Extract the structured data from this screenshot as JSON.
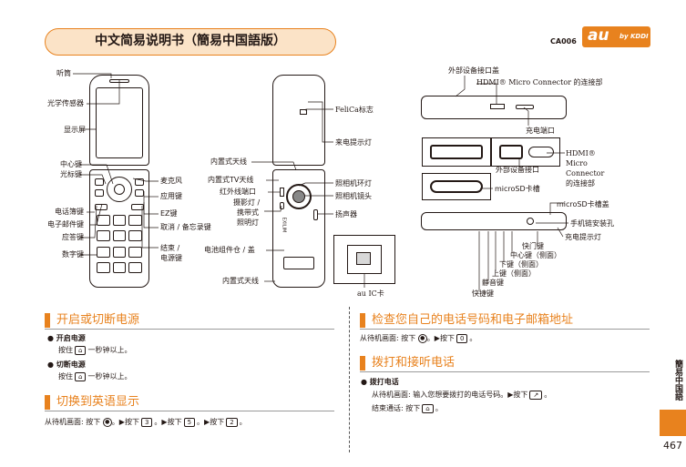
{
  "header": {
    "title": "中文简易说明书（簡易中国語版）",
    "model": "CA006",
    "logo_au": "au",
    "logo_by": "by KDDI"
  },
  "colors": {
    "accent": "#e8821e",
    "accent_light": "#fbe3c7",
    "ink": "#231815"
  },
  "front_labels": {
    "earpiece": "听筒",
    "optical_sensor": "光学传感器",
    "display": "显示屏",
    "center_key": "中心键",
    "cursor_key": "光标键",
    "phonebook_key": "电话簿键",
    "email_key": "电子邮件键",
    "answer_key": "应答键",
    "number_keys": "数字键",
    "microphone": "麦克风",
    "app_key": "应用键",
    "ez_key": "EZ键",
    "cancel_key": "取消 / 备忘录键",
    "end_key_1": "结束 /",
    "end_key_2": "电源键"
  },
  "back_labels": {
    "builtin_antenna_top": "内置式天线",
    "builtin_tv_antenna": "内置式TV天线",
    "ir_port": "红外线端口",
    "photo_light_1": "摄影灯 /",
    "photo_light_2": "携带式",
    "photo_light_3": "照明灯",
    "battery_cover": "电池组件仓 / 盖",
    "builtin_antenna_bottom": "内置式天线",
    "felica": "FeliCa标志",
    "incoming_light": "来电提示灯",
    "camera_ring": "照相机环灯",
    "camera_lens": "照相机镜头",
    "speaker": "扬声器",
    "au_ic_card": "au IC卡"
  },
  "side_labels": {
    "ext_cover": "外部设备接口盖",
    "hdmi_connector": "HDMI® Micro Connector 的连接部",
    "charge_port": "充电端口",
    "hdmi_1": "HDMI®",
    "hdmi_2": "Micro",
    "hdmi_3": "Connector",
    "hdmi_4": "的连接部",
    "ext_port": "外部设备接口",
    "microsd_slot": "microSD卡槽",
    "microsd_cover": "microSD卡槽盖",
    "strap_hole": "手机链安装孔",
    "charge_light": "充电提示灯",
    "shutter_key": "快门键",
    "center_side": "中心键（侧面）",
    "down_side": "下键（侧面）",
    "up_side": "上键（侧面）",
    "mute_key": "静音键",
    "shortcut_key": "快捷键"
  },
  "sections": {
    "power": {
      "title": "开启或切断电源",
      "on_head": "开启电源",
      "on_text_1": "按住",
      "on_key": "⌂",
      "on_text_2": "一秒钟以上。",
      "off_head": "切断电源",
      "off_text_1": "按住",
      "off_key": "⌂",
      "off_text_2": "一秒钟以上。"
    },
    "english": {
      "title": "切换到英语显示",
      "t1": "从待机画面: 按下",
      "k_center": "●",
      "t2": "。▶按下",
      "k3": "3",
      "t3": "。▶按下",
      "k5": "5",
      "t4": "。▶按下",
      "k2": "2",
      "t5": "。"
    },
    "check": {
      "title": "检查您自己的电话号码和电子邮箱地址",
      "t1": "从待机画面: 按下",
      "k_center": "●",
      "t2": "。▶按下",
      "k0": "0",
      "t3": "。"
    },
    "call": {
      "title": "拨打和接听电话",
      "head": "拨打电话",
      "l1a": "从待机画面: 输入您想要拨打的电话号码。▶按下",
      "l1k": "↗",
      "l1b": "。",
      "l2a": "结束通话: 按下",
      "l2k": "⌂",
      "l2b": "。"
    }
  },
  "side_tab": "簡易中国語",
  "page_number": "467"
}
